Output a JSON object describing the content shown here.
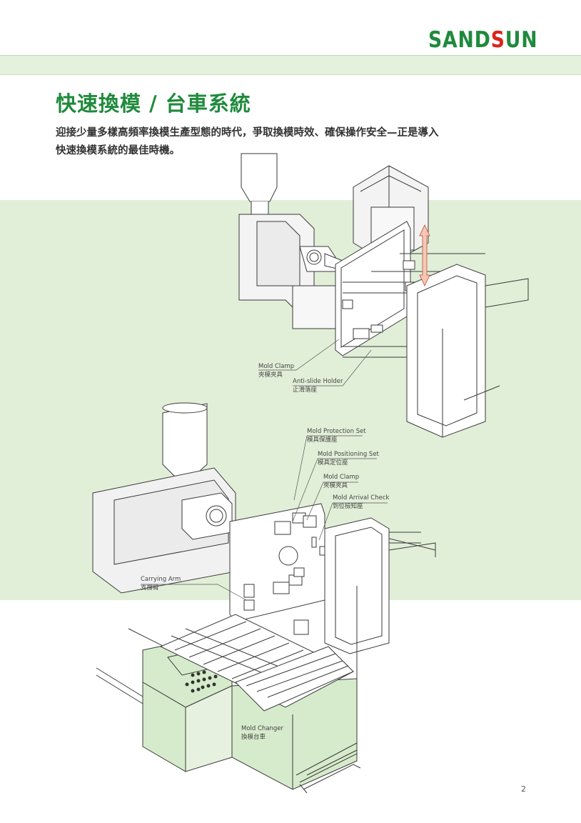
{
  "brand": {
    "logo_text": "SANDSUN"
  },
  "title": "快速換模 / 台車系統",
  "intro": {
    "line1": "迎接少量多樣高頻率換模生產型態的時代，爭取換模時效、確保操作安全—正是導入",
    "line2": "快速換模系統的最佳時機。"
  },
  "labels": {
    "mold_clamp_1": {
      "en": "Mold Clamp",
      "zh": "夾模夾具"
    },
    "anti_slide": {
      "en": "Anti-slide Holder",
      "zh": "止滑落座"
    },
    "mold_protection": {
      "en": "Mold Protection Set",
      "zh": "模具保護座"
    },
    "mold_positioning": {
      "en": "Mold Positioning Set",
      "zh": "模具定位座"
    },
    "mold_clamp_2": {
      "en": "Mold Clamp",
      "zh": "夾模夾具"
    },
    "mold_arrival": {
      "en": "Mold Arrival Check",
      "zh": "到位檢知座"
    },
    "carrying_arm": {
      "en": "Carrying Arm",
      "zh": "支撐臂"
    },
    "mold_changer": {
      "en": "Mold Changer",
      "zh": "換模台車"
    }
  },
  "page_number": "2",
  "colors": {
    "brand_green": "#1f8a3c",
    "band_green": "#e1efd8",
    "logo_red": "#d8261c"
  }
}
